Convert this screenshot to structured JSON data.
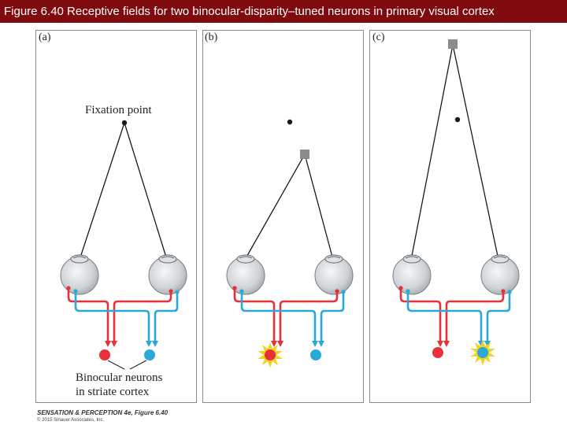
{
  "header": {
    "title": "Figure 6.40  Receptive fields for two binocular-disparity–tuned neurons in primary visual cortex"
  },
  "panels": [
    {
      "label": "(a)"
    },
    {
      "label": "(b)"
    },
    {
      "label": "(c)"
    }
  ],
  "annotations": {
    "fixation_point": "Fixation point",
    "binocular_line1": "Binocular neurons",
    "binocular_line2": "in striate cortex"
  },
  "credit": {
    "book": "SENSATION & PERCEPTION 4e, Figure 6.40",
    "copyright": "© 2015 Sinauer Associates, Inc."
  },
  "colors": {
    "title_bar": "#7f0b0f",
    "red_pathway": "#e8303a",
    "blue_pathway": "#2aa9d8",
    "stimulus_square": "#8c8c8c",
    "active_burst": "#f2d21a"
  }
}
